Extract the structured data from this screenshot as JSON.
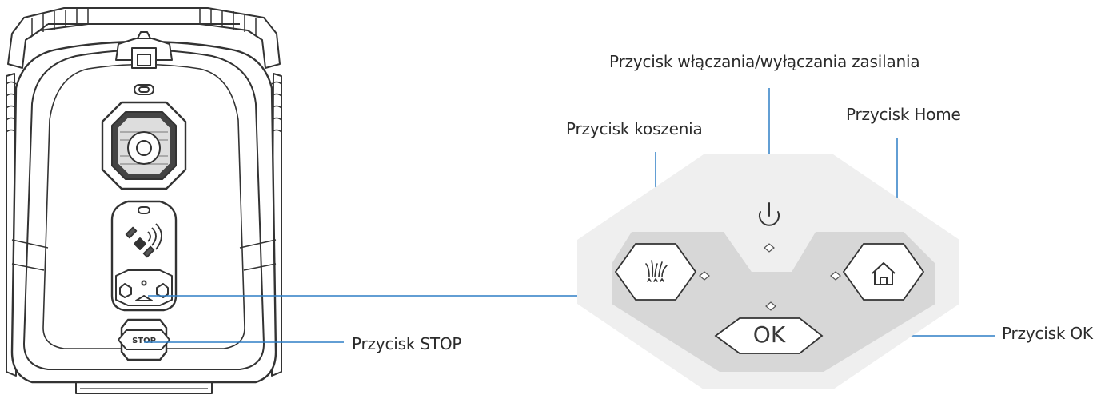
{
  "labels": {
    "power": "Przycisk włączania/wyłączania zasilania",
    "mowing": "Przycisk koszenia",
    "home": "Przycisk Home",
    "ok": "Przycisk OK",
    "stop": "Przycisk STOP"
  },
  "buttons": {
    "ok_text": "OK"
  },
  "mower": {
    "stop_text": "STOP"
  },
  "colors": {
    "leader_line": "#2f7fc6",
    "outer_panel": "#efefef",
    "inner_panel": "#d7d7d7",
    "stroke": "#333333"
  },
  "icons": [
    "power-icon",
    "grass-icon",
    "home-icon",
    "satellite-icon",
    "camera-lens"
  ]
}
